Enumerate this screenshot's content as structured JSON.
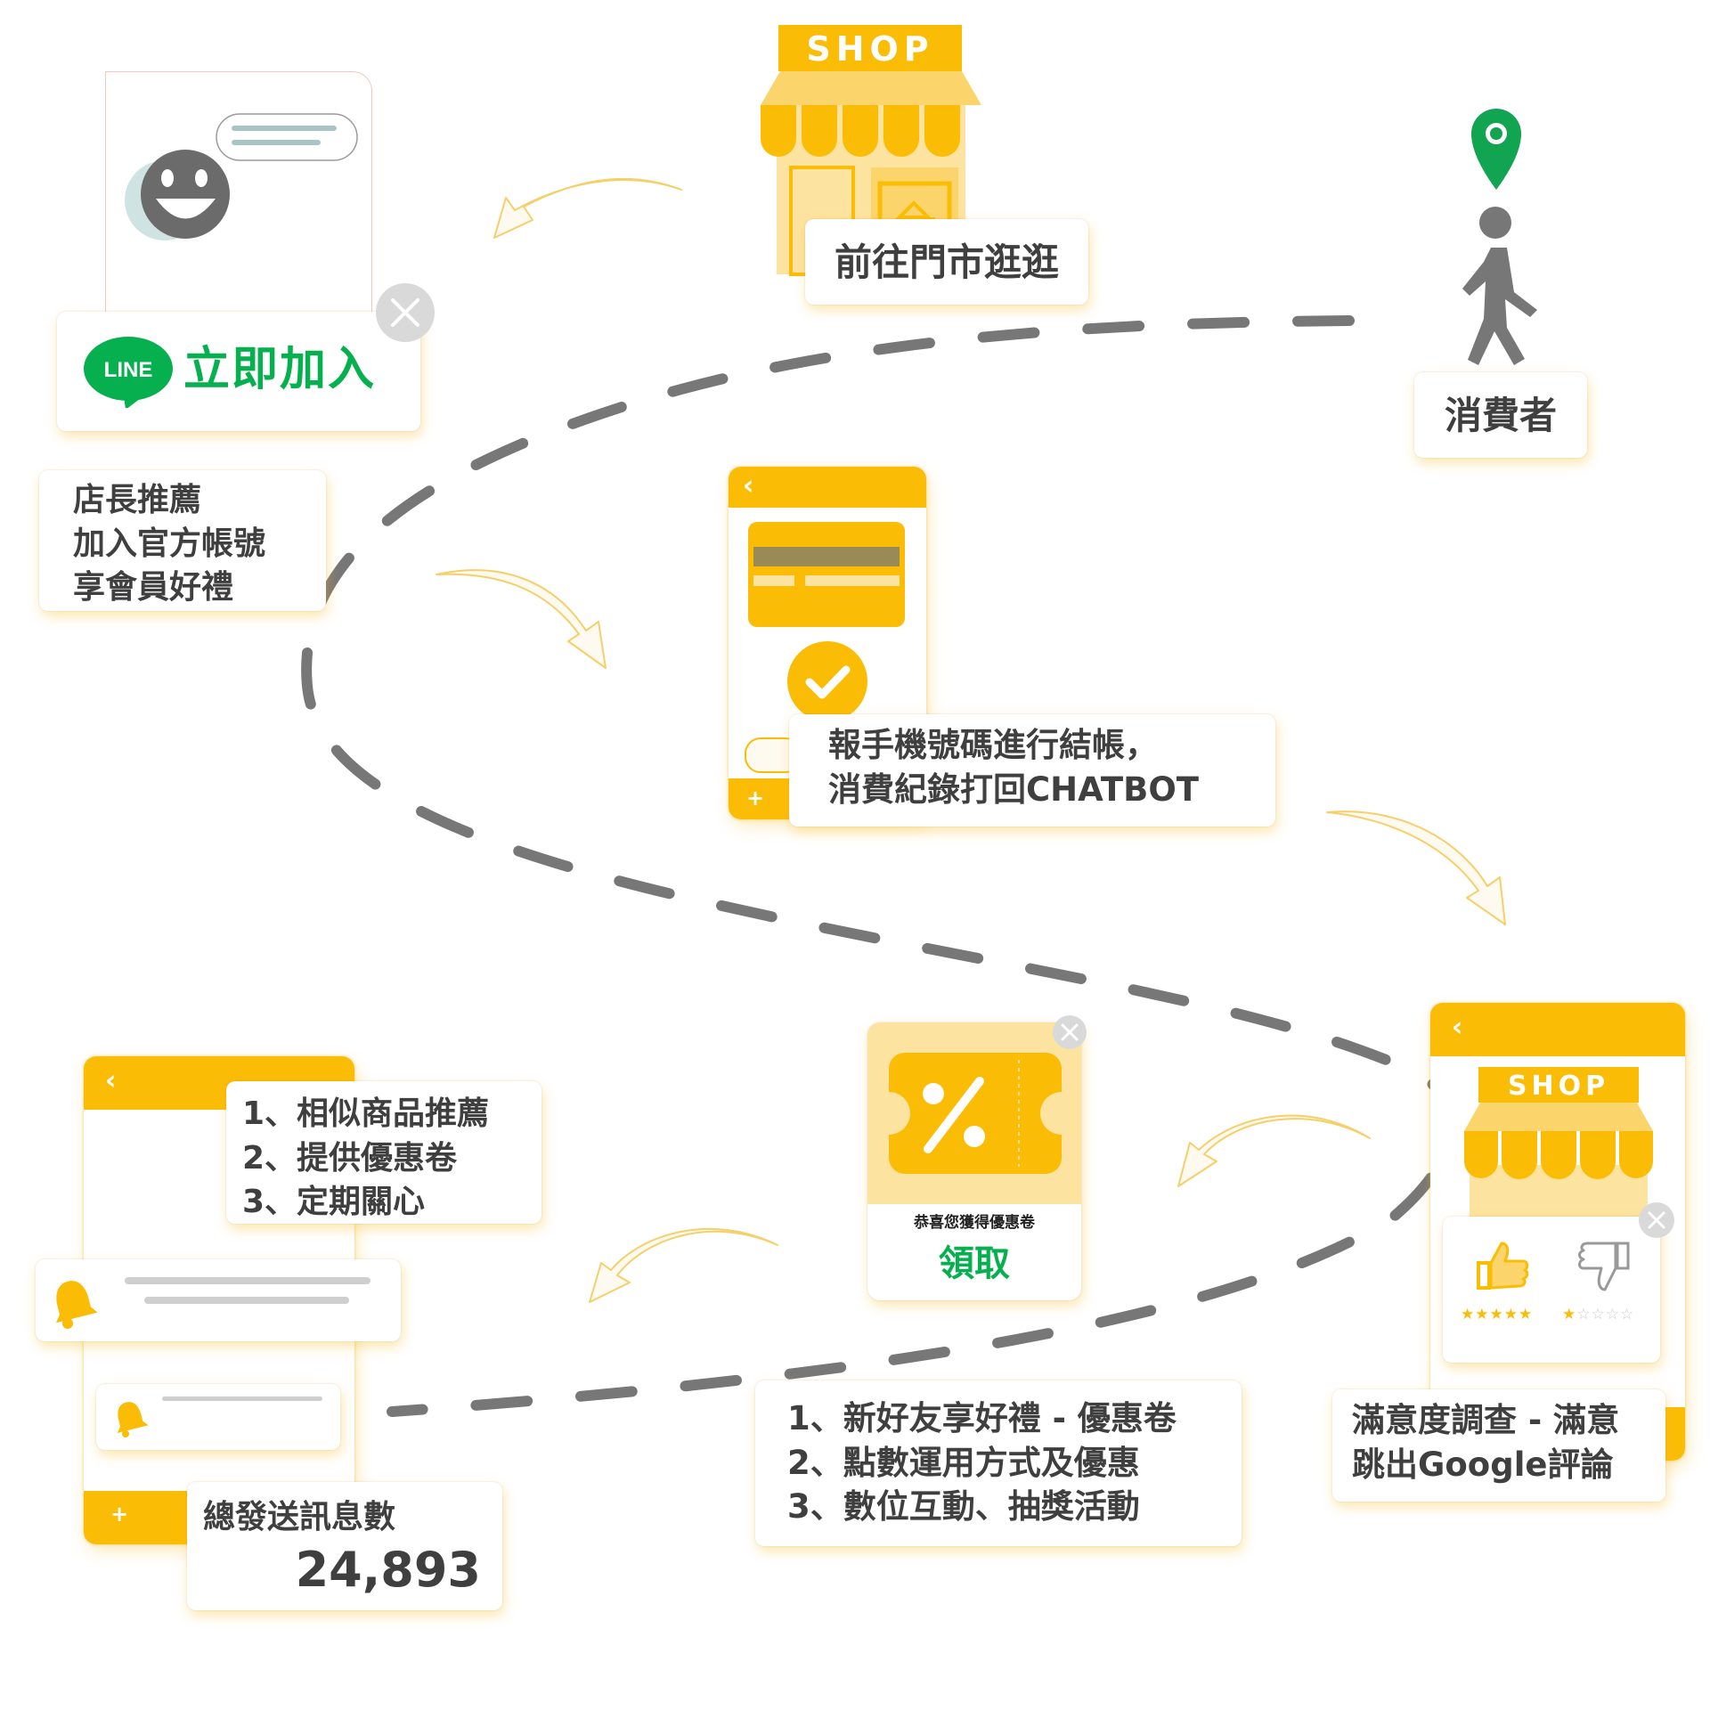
{
  "colors": {
    "brand_yellow": "#fbbc05",
    "light_yellow": "#fbd46b",
    "pale_yellow": "#fde3a0",
    "line_green": "#06b04e",
    "path_gray": "#777777",
    "pin_green": "#11a451",
    "text_dark": "#3f3f3f"
  },
  "shop_top": {
    "sign": "SHOP",
    "label": "前往門市逛逛",
    "icon": "storefront-icon"
  },
  "consumer": {
    "label": "消費者",
    "icon": "walking-person-icon",
    "pin_icon": "location-pin-icon"
  },
  "line_join": {
    "logo": "LINE",
    "cta": "立即加入",
    "icon": "smiley-chat-icon"
  },
  "recommend": {
    "text": "店長推薦\n加入官方帳號\n享會員好禮"
  },
  "checkout": {
    "text": "報手機號碼進行結帳，\n消費紀錄打回CHATBOT",
    "icon": "check-circle-icon"
  },
  "features": {
    "text": "1、相似商品推薦\n2、提供優惠卷\n3、定期關心"
  },
  "messages": {
    "label": "總發送訊息數",
    "count": "24,893",
    "icon": "bell-icon"
  },
  "coupon": {
    "congrats": "恭喜您獲得優惠卷",
    "claim": "領取",
    "icon": "percent-ticket-icon"
  },
  "benefits": {
    "text": "1、新好友享好禮 - 優惠卷\n2、點數運用方式及優惠\n3、數位互動、抽獎活動"
  },
  "survey": {
    "shop_sign": "SHOP",
    "text": "滿意度調查 - 滿意\n跳出Google評論",
    "good_stars": 5,
    "bad_stars": 1,
    "icons": [
      "thumbs-up-icon",
      "thumbs-down-icon"
    ]
  }
}
